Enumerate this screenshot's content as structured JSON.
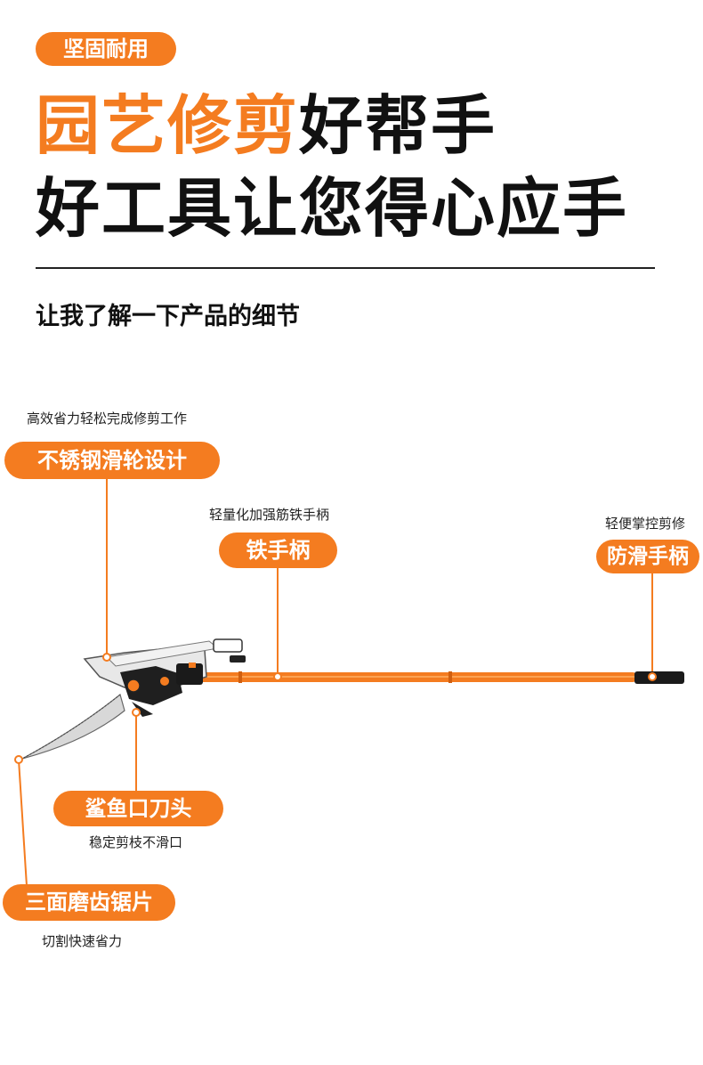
{
  "badge": "坚固耐用",
  "headline": {
    "line1_highlight": "园艺修剪",
    "line1_rest": "好帮手",
    "line2": "好工具让您得心应手"
  },
  "subtitle": "让我了解一下产品的细节",
  "features": {
    "pulley": {
      "label": "不锈钢滑轮设计",
      "caption": "高效省力轻松完成修剪工作"
    },
    "handle": {
      "label": "铁手柄",
      "caption": "轻量化加强筋铁手柄"
    },
    "grip": {
      "label": "防滑手柄",
      "caption": "轻便掌控剪修"
    },
    "blade": {
      "label": "鲨鱼口刀头",
      "caption": "稳定剪枝不滑口"
    },
    "saw": {
      "label": "三面磨齿锯片",
      "caption": "切割快速省力"
    }
  },
  "colors": {
    "accent": "#f47c20",
    "text": "#111111"
  }
}
